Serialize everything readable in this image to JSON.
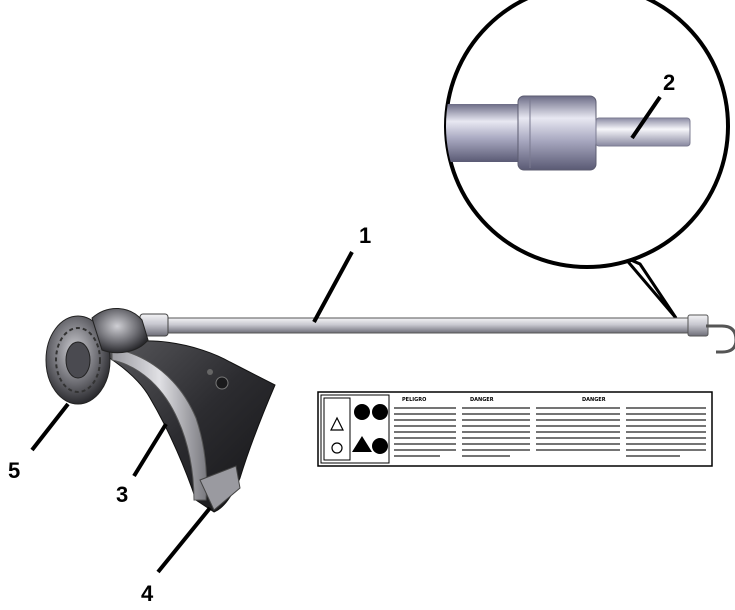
{
  "diagram": {
    "callouts": [
      {
        "id": "1",
        "label": "1"
      },
      {
        "id": "2",
        "label": "2"
      },
      {
        "id": "3",
        "label": "3"
      },
      {
        "id": "4",
        "label": "4"
      },
      {
        "id": "5",
        "label": "5"
      }
    ],
    "warning_decal": {
      "panels": [
        "PELIGRO",
        "DANGER",
        "DANGER"
      ]
    }
  }
}
